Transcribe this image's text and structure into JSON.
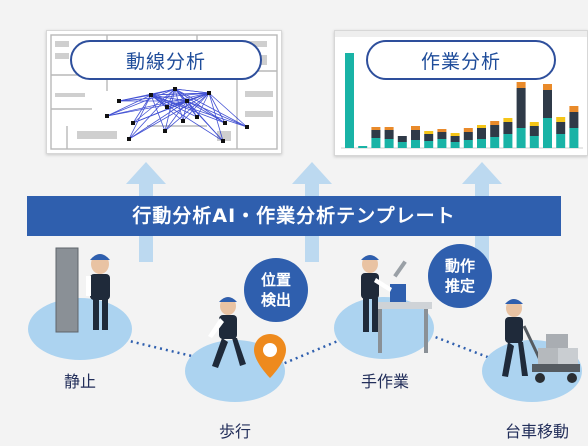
{
  "panels": {
    "flow_title": "動線分析",
    "work_title": "作業分析"
  },
  "banner": {
    "text": "行動分析AI・作業分析テンプレート"
  },
  "badges": {
    "position": [
      "位置",
      "検出"
    ],
    "motion": [
      "動作",
      "推定"
    ]
  },
  "states": {
    "stationary": "静止",
    "walking": "歩行",
    "manual_work": "手作業",
    "cart_moving": "台車移動"
  },
  "colors": {
    "banner": "#2f5fae",
    "pill_border": "#2e4f9c",
    "ellipse": "#acd3f0",
    "arrow": "#bcd9f0",
    "teal": "#19b3a6",
    "dark": "#2f3a48",
    "orange": "#e98a2a",
    "yellow": "#f5c518",
    "network": "#2233cc"
  },
  "icons": {
    "pin": "location-pin-icon"
  }
}
